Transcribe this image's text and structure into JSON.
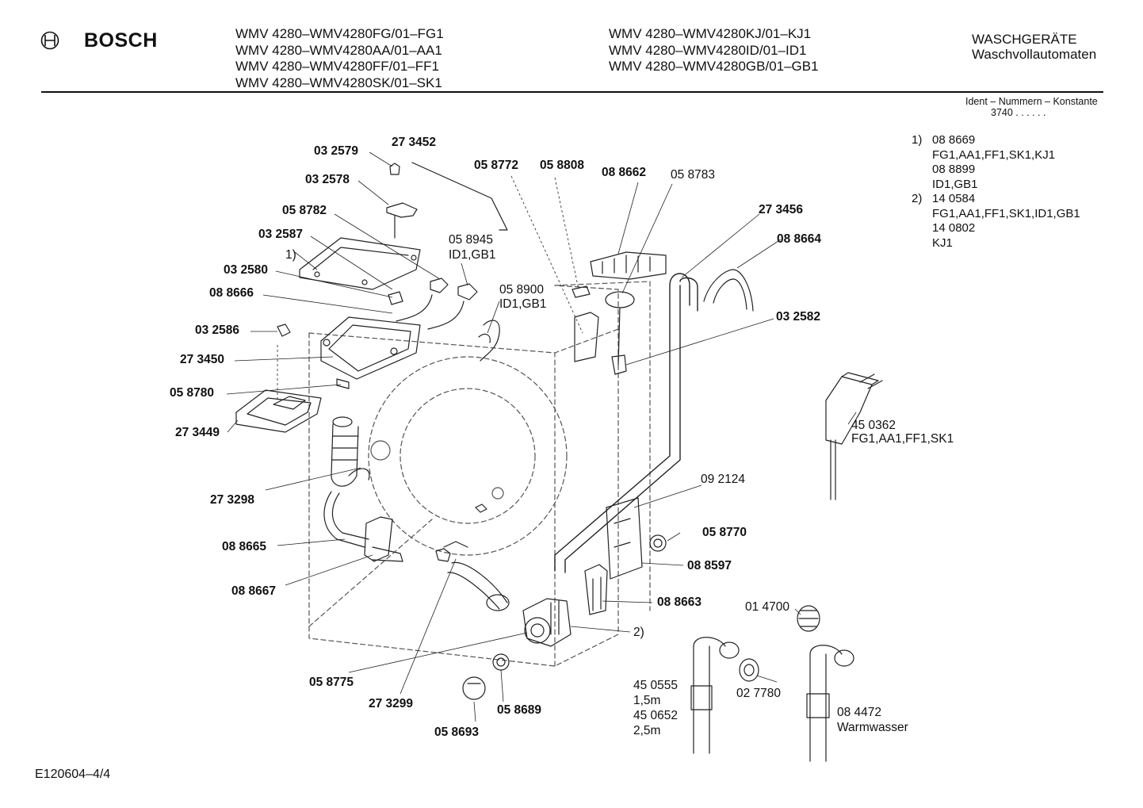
{
  "header": {
    "brand": "BOSCH",
    "models_col1": [
      "WMV 4280–WMV4280FG/01–FG1",
      "WMV 4280–WMV4280AA/01–AA1",
      "WMV 4280–WMV4280FF/01–FF1",
      "WMV 4280–WMV4280SK/01–SK1"
    ],
    "models_col2": [
      "WMV 4280–WMV4280KJ/01–KJ1",
      "WMV 4280–WMV4280ID/01–ID1",
      "WMV 4280–WMV4280GB/01–GB1"
    ],
    "category": "WASCHGERÄTE",
    "subcategory": "Waschvollautomaten",
    "ident_label": "Ident – Nummern – Konstante",
    "ident_value": "3740  . .   . . . ."
  },
  "notes": [
    {
      "marker": "1)",
      "lines": [
        "08 8669",
        "FG1,AA1,FF1,SK1,KJ1",
        "08 8899",
        "ID1,GB1"
      ]
    },
    {
      "marker": "2)",
      "lines": [
        "14 0584",
        "FG1,AA1,FF1,SK1,ID1,GB1",
        "14 0802",
        "KJ1"
      ]
    }
  ],
  "part_labels": [
    "03 2579",
    "27 3452",
    "03 2578",
    "05 8772",
    "05 8808",
    "08 8662",
    "05 8783",
    "05 8782",
    "03 2587",
    "1)",
    "05 8945",
    "ID1,GB1",
    "03 2580",
    "08 8666",
    "05 8900",
    "ID1,GB1",
    "27 3456",
    "08 8664",
    "03 2586",
    "27 3450",
    "03 2582",
    "05 8780",
    "27 3449",
    "45 0362",
    "FG1,AA1,FF1,SK1",
    "27 3298",
    "09 2124",
    "05 8770",
    "08 8665",
    "08 8597",
    "08 8667",
    "08 8663",
    "01 4700",
    "2)",
    "05 8775",
    "27 3299",
    "45 0555",
    "1,5m",
    "45 0652",
    "2,5m",
    "02 7780",
    "05 8689",
    "05 8693",
    "08 4472",
    "Warmwasser"
  ],
  "footer": {
    "doc_id": "E120604–4/4"
  }
}
